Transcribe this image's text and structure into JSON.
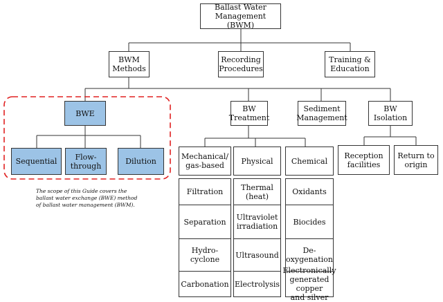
{
  "diagram": {
    "root": "Ballast Water\nManagement (BWM)",
    "level1": {
      "methods": "BWM\nMethods",
      "recording": "Recording\nProcedures",
      "training": "Training &\nEducation"
    },
    "bwe": "BWE",
    "bwe_children": {
      "sequential": "Sequential",
      "flow_through": "Flow-\nthrough",
      "dilution": "Dilution"
    },
    "treatment": "BW\nTreatment",
    "sediment": "Sediment\nManagement",
    "isolation": "BW\nIsolation",
    "treatment_categories": {
      "mechanical": "Mechanical/\ngas-based",
      "physical": "Physical",
      "chemical": "Chemical"
    },
    "mechanical_items": [
      "Filtration",
      "Separation",
      "Hydro-\ncyclone",
      "Carbonation"
    ],
    "physical_items": [
      "Thermal\n(heat)",
      "Ultraviolet\nirradiation",
      "Ultrasound",
      "Electrolysis"
    ],
    "chemical_items": [
      "Oxidants",
      "Biocides",
      "De-\noxygenation",
      "Electronically\ngenerated copper\nand silver"
    ],
    "isolation_items": {
      "reception": "Reception\nfacilities",
      "return": "Return to\norigin"
    },
    "scope_note": "The scope of this Guide covers the\nballast water exchange (BWE) method\nof ballast water management (BWM).",
    "colors": {
      "highlight_fill": "#9cc3e6",
      "dashed_border": "#e02020",
      "line": "#333333"
    }
  }
}
